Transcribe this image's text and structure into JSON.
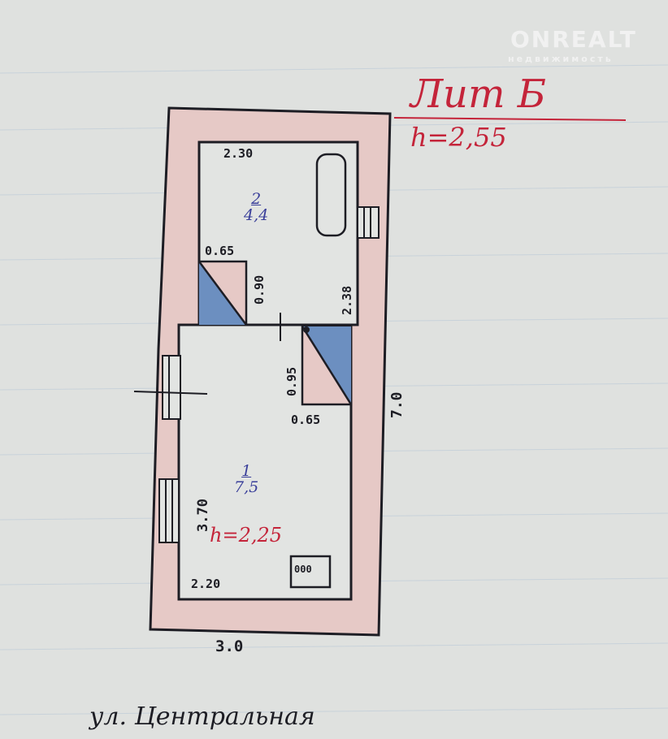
{
  "watermark": {
    "brand": "ONREALT",
    "subtitle": "недвижимость"
  },
  "header": {
    "liter": "Лит Б",
    "height": "h=2,55"
  },
  "rooms": [
    {
      "number": "2",
      "area": "4,4"
    },
    {
      "number": "1",
      "area": "7,5",
      "height": "h=2,25"
    }
  ],
  "dimensions": {
    "room2_width": "2.30",
    "closet_top_width": "0.65",
    "closet_top_depth": "0.90",
    "room2_length": "2.38",
    "closet_bottom_depth": "0.95",
    "closet_bottom_width": "0.65",
    "outer_length": "7.0",
    "room1_length": "3.70",
    "room1_width": "2.20",
    "outer_width": "3.0"
  },
  "stove_label": "000",
  "street": "ул. Центральная",
  "colors": {
    "wall": "#e6c9c6",
    "paper": "#dfe1df",
    "closet": "#6c8fc0",
    "ink": "#1d1d24",
    "red": "#c4243a",
    "blue": "#3a3f9a"
  }
}
